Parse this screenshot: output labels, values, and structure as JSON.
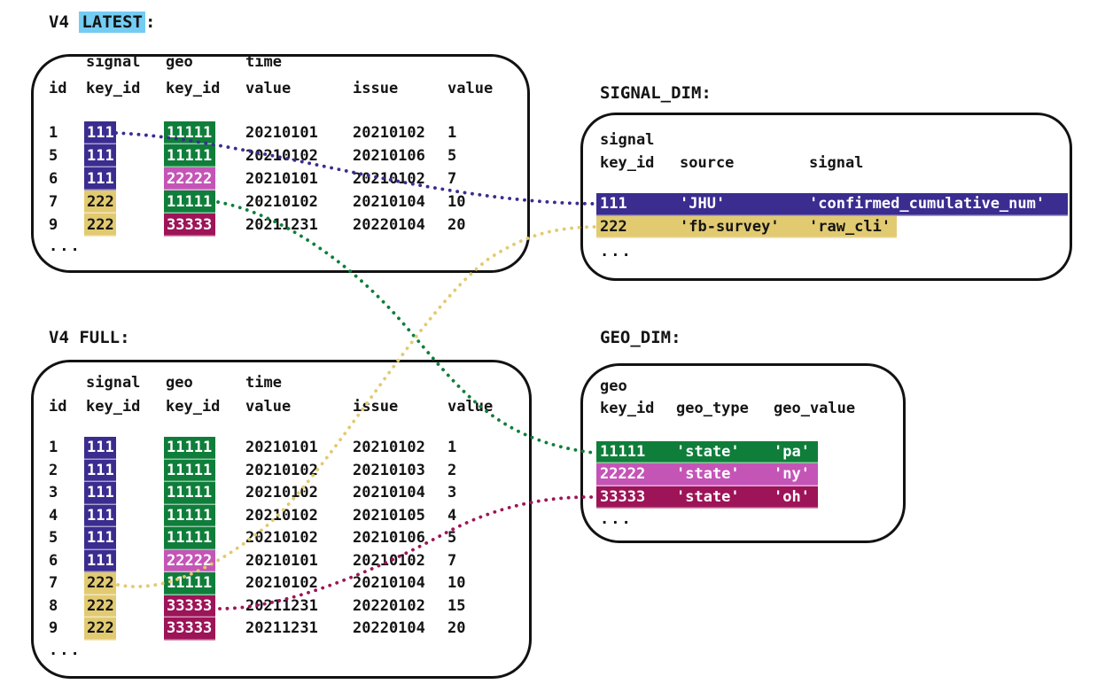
{
  "colors": {
    "indigo": "#3b2c90",
    "gold": "#e2ca71",
    "green": "#0f7e3a",
    "orchid": "#c455b7",
    "crimson": "#9d1458",
    "sky": "#74ccf2",
    "ink": "#141414"
  },
  "key_colors": {
    "111": "indigo",
    "222": "gold",
    "11111": "green",
    "22222": "orchid",
    "33333": "crimson"
  },
  "v4_latest": {
    "title": {
      "prefix": "V4 ",
      "name": "LATEST",
      "suffix": ":"
    },
    "header_top": [
      "signal",
      "geo",
      "time"
    ],
    "header": [
      "id",
      "key_id",
      "key_id",
      "value",
      "issue",
      "value"
    ],
    "rows": [
      {
        "id": "1",
        "signal_key": "111",
        "geo_key": "11111",
        "time_value": "20210101",
        "issue": "20210102",
        "value": "1"
      },
      {
        "id": "5",
        "signal_key": "111",
        "geo_key": "11111",
        "time_value": "20210102",
        "issue": "20210106",
        "value": "5"
      },
      {
        "id": "6",
        "signal_key": "111",
        "geo_key": "22222",
        "time_value": "20210101",
        "issue": "20210102",
        "value": "7"
      },
      {
        "id": "7",
        "signal_key": "222",
        "geo_key": "11111",
        "time_value": "20210102",
        "issue": "20210104",
        "value": "10"
      },
      {
        "id": "9",
        "signal_key": "222",
        "geo_key": "33333",
        "time_value": "20211231",
        "issue": "20220104",
        "value": "20"
      }
    ],
    "ellipsis": "..."
  },
  "v4_full": {
    "title": {
      "prefix": "V4 ",
      "name": "FULL",
      "suffix": ":"
    },
    "header_top": [
      "signal",
      "geo",
      "time"
    ],
    "header": [
      "id",
      "key_id",
      "key_id",
      "value",
      "issue",
      "value"
    ],
    "rows": [
      {
        "id": "1",
        "signal_key": "111",
        "geo_key": "11111",
        "time_value": "20210101",
        "issue": "20210102",
        "value": "1"
      },
      {
        "id": "2",
        "signal_key": "111",
        "geo_key": "11111",
        "time_value": "20210102",
        "issue": "20210103",
        "value": "2"
      },
      {
        "id": "3",
        "signal_key": "111",
        "geo_key": "11111",
        "time_value": "20210102",
        "issue": "20210104",
        "value": "3"
      },
      {
        "id": "4",
        "signal_key": "111",
        "geo_key": "11111",
        "time_value": "20210102",
        "issue": "20210105",
        "value": "4"
      },
      {
        "id": "5",
        "signal_key": "111",
        "geo_key": "11111",
        "time_value": "20210102",
        "issue": "20210106",
        "value": "5"
      },
      {
        "id": "6",
        "signal_key": "111",
        "geo_key": "22222",
        "time_value": "20210101",
        "issue": "20210102",
        "value": "7"
      },
      {
        "id": "7",
        "signal_key": "222",
        "geo_key": "11111",
        "time_value": "20210102",
        "issue": "20210104",
        "value": "10"
      },
      {
        "id": "8",
        "signal_key": "222",
        "geo_key": "33333",
        "time_value": "20211231",
        "issue": "20220102",
        "value": "15"
      },
      {
        "id": "9",
        "signal_key": "222",
        "geo_key": "33333",
        "time_value": "20211231",
        "issue": "20220104",
        "value": "20"
      }
    ],
    "ellipsis": "..."
  },
  "signal_dim": {
    "title": "SIGNAL_DIM:",
    "header_top": "signal",
    "header": [
      "key_id",
      "source",
      "signal"
    ],
    "rows": [
      {
        "key": "111",
        "source": "'JHU'",
        "signal": "'confirmed_cumulative_num'"
      },
      {
        "key": "222",
        "source": "'fb-survey'",
        "signal": "'raw_cli'"
      }
    ],
    "ellipsis": "..."
  },
  "geo_dim": {
    "title": "GEO_DIM:",
    "header_top": "geo",
    "header": [
      "key_id",
      "geo_type",
      "geo_value"
    ],
    "rows": [
      {
        "key": "11111",
        "geo_type": "'state'",
        "geo_value": "'pa'"
      },
      {
        "key": "22222",
        "geo_type": "'state'",
        "geo_value": "'ny'"
      },
      {
        "key": "33333",
        "geo_type": "'state'",
        "geo_value": "'oh'"
      }
    ],
    "ellipsis": "..."
  },
  "connectors": [
    {
      "name": "signal-key-111-link",
      "color": "indigo",
      "from": "v4_latest row 1 signal key 111",
      "to": "signal_dim row 111"
    },
    {
      "name": "geo-key-11111-link",
      "color": "green",
      "from": "v4_latest row 7 geo key 11111",
      "to": "geo_dim row 11111"
    },
    {
      "name": "signal-key-222-link",
      "color": "gold",
      "from": "v4_full row 7 signal key 222",
      "to": "signal_dim row 222"
    },
    {
      "name": "geo-key-33333-link",
      "color": "crimson",
      "from": "v4_full row 8 geo key 33333",
      "to": "geo_dim row 33333"
    }
  ]
}
